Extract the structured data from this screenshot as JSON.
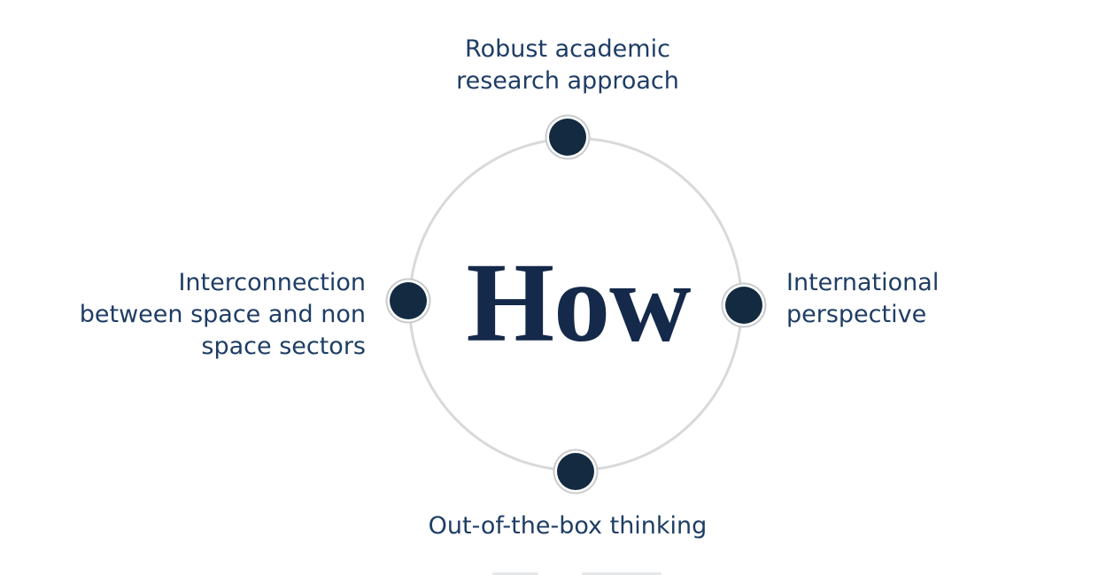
{
  "center": {
    "title": "How"
  },
  "nodes": [
    {
      "position": "top",
      "label": "Robust academic\nresearch approach"
    },
    {
      "position": "right",
      "label": "International\nperspective"
    },
    {
      "position": "bottom",
      "label": "Out-of-the-box thinking"
    },
    {
      "position": "left",
      "label": "Interconnection\nbetween space and non\nspace sectors"
    }
  ],
  "colors": {
    "background": "#ffffff",
    "label_text": "#1e3d64",
    "center_text": "#15294a",
    "node_dot_fill": "#132a41",
    "circle_stroke": "#d8d9da",
    "node_dot_ring": "#c9cacc"
  }
}
